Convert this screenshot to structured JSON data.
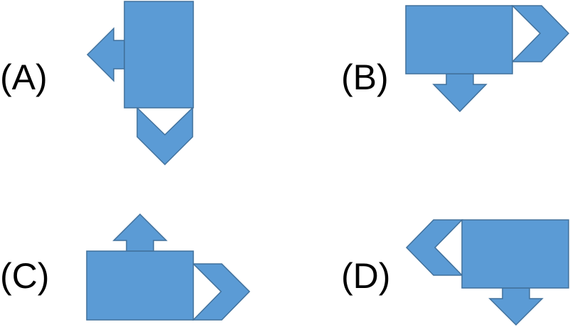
{
  "options": [
    {
      "id": "a",
      "label": "(A)"
    },
    {
      "id": "b",
      "label": "(B)"
    },
    {
      "id": "c",
      "label": "(C)"
    },
    {
      "id": "d",
      "label": "(D)"
    }
  ],
  "colors": {
    "fill": "#5b9bd5",
    "stroke": "#41719c"
  }
}
